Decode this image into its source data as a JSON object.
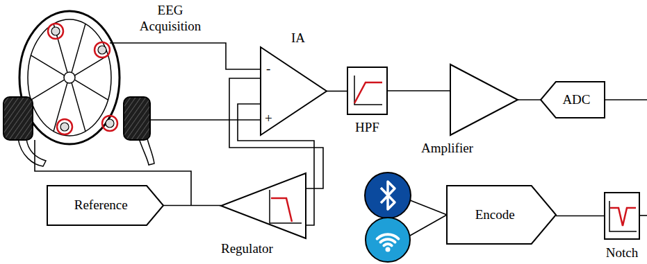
{
  "diagram": {
    "nodes": [
      {
        "text": [
          "IA",
          "-",
          "+"
        ]
      },
      {
        "text": [
          "HPF"
        ]
      },
      {
        "text": [
          "Amplifier"
        ]
      },
      {
        "text": [
          "ADC"
        ]
      },
      {
        "text": [
          "Reference"
        ]
      },
      {
        "text": [
          "Regulator"
        ]
      },
      {
        "text": [
          "Encode"
        ]
      },
      {
        "text": [
          "Notch"
        ]
      }
    ],
    "edges": [
      {
        "from": 0,
        "to": 1,
        "arrow": "none"
      },
      {
        "from": 1,
        "to": 2,
        "arrow": "none"
      },
      {
        "from": 2,
        "to": 3,
        "arrow": "none"
      },
      {
        "from": 4,
        "to": 5,
        "arrow": "none"
      },
      {
        "from": 0,
        "to": 5,
        "arrow": "none"
      },
      {
        "from": 7,
        "to": 6,
        "arrow": "none"
      }
    ],
    "labels": [
      "EEG Acquisition"
    ]
  }
}
